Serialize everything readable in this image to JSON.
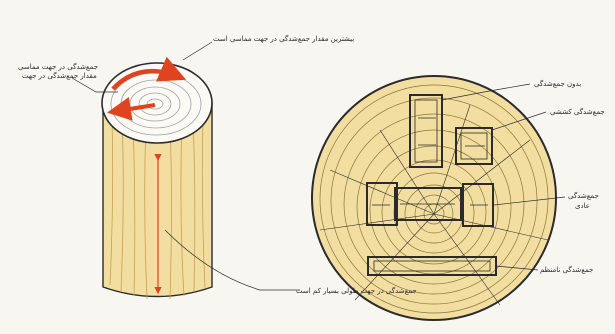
{
  "labels": {
    "radial": "بیشترین مقدار جمع‌شدگی در جهت مماسی است",
    "tangential_top": "جمع‌شدگی در جهت مماسی",
    "tangential_sub": "مقدار جمع‌شدگی در جهت",
    "longitudinal": "جمع‌شدگی در جهت طولی بسیار کم است",
    "disc_1": "بدون جمع‌شدگی",
    "disc_2": "جمع‌شدگی کششی",
    "disc_3a": "جمع‌شدگی",
    "disc_3b": "عادی",
    "disc_4": "جمع‌شدگی نامنظم"
  },
  "colors": {
    "wood": "#f2dea0",
    "wood_dark": "#d9b867",
    "ink": "#2b2b2b",
    "arrow": "#e0431f",
    "ring": "#b89a4e"
  }
}
